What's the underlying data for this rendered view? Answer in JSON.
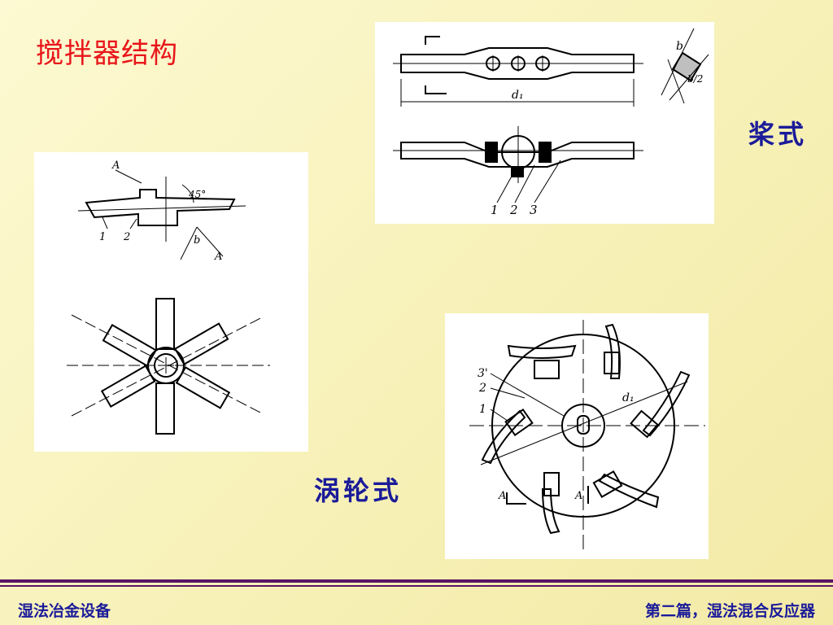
{
  "slide": {
    "title": "搅拌器结构",
    "label_paddle": "桨式",
    "label_turbine": "涡轮式"
  },
  "figure_labels": {
    "paddle_top_d": "d₁",
    "paddle_top_b": "b",
    "paddle_top_bw": "b/2",
    "paddle_side_1": "1",
    "paddle_side_2": "2",
    "paddle_side_3": "3",
    "blade_A_top": "A",
    "blade_angle": "45°",
    "blade_1": "1",
    "blade_2": "2",
    "blade_b": "b",
    "blade_A_bottom": "A",
    "turbine_3": "3'",
    "turbine_2": "2",
    "turbine_1": "1",
    "turbine_d": "d₁",
    "turbine_A1": "A",
    "turbine_A2": "A"
  },
  "footer": {
    "left": "湿法冶金设备",
    "right": "第二篇，湿法混合反应器"
  },
  "colors": {
    "title": "#e8161a",
    "label": "#1b1b9a",
    "footer_rule": "#5a1565",
    "background": "#fbf6c6"
  }
}
